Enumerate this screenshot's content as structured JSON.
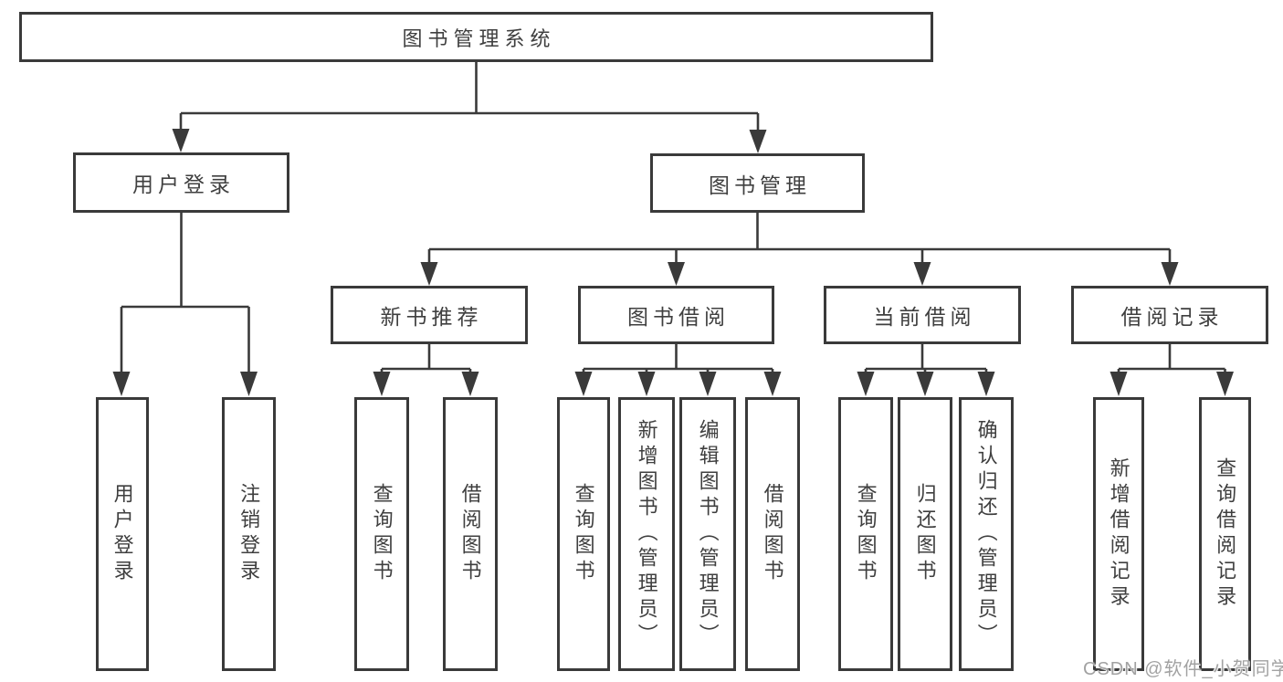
{
  "diagram": {
    "root": {
      "label": "图书管理系统"
    },
    "branches": [
      {
        "label": "用户登录",
        "children": [
          {
            "label": "用户登录"
          },
          {
            "label": "注销登录"
          }
        ]
      },
      {
        "label": "图书管理",
        "children": [
          {
            "label": "新书推荐",
            "children": [
              {
                "label": "查询图书"
              },
              {
                "label": "借阅图书"
              }
            ]
          },
          {
            "label": "图书借阅",
            "children": [
              {
                "label": "查询图书"
              },
              {
                "label": "新增图书（管理员）"
              },
              {
                "label": "编辑图书（管理员）"
              },
              {
                "label": "借阅图书"
              }
            ]
          },
          {
            "label": "当前借阅",
            "children": [
              {
                "label": "查询图书"
              },
              {
                "label": "归还图书"
              },
              {
                "label": "确认归还（管理员）"
              }
            ]
          },
          {
            "label": "借阅记录",
            "children": [
              {
                "label": "新增借阅记录"
              },
              {
                "label": "查询借阅记录"
              }
            ]
          }
        ]
      }
    ],
    "watermark": "CSDN @软件_小贺同学",
    "colors": {
      "line": "#3a3a3a",
      "text": "#3f3f3f",
      "watermark": "#a2a2a2",
      "background": "#ffffff"
    }
  }
}
